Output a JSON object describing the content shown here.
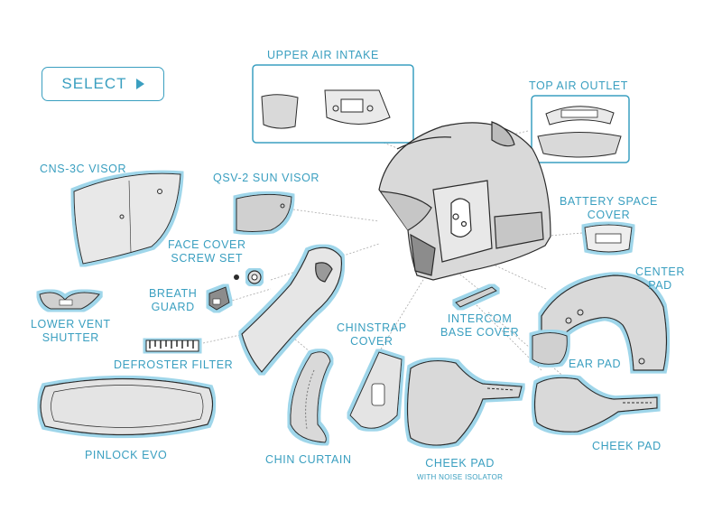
{
  "select_button": {
    "label": "SELECT"
  },
  "labels": {
    "upper_air_intake": "UPPER AIR INTAKE",
    "top_air_outlet": "TOP AIR OUTLET",
    "cns3c_visor": "CNS-3C VISOR",
    "qsv2_sun_visor": "QSV-2 SUN VISOR",
    "battery_space_cover_1": "BATTERY SPACE",
    "battery_space_cover_2": "COVER",
    "face_cover_screw_set_1": "FACE COVER",
    "face_cover_screw_set_2": "SCREW SET",
    "center_pad_1": "CENTER",
    "center_pad_2": "PAD",
    "breath_guard_1": "BREATH",
    "breath_guard_2": "GUARD",
    "lower_vent_shutter_1": "LOWER VENT",
    "lower_vent_shutter_2": "SHUTTER",
    "chinstrap_cover_1": "CHINSTRAP",
    "chinstrap_cover_2": "COVER",
    "intercom_base_cover_1": "INTERCOM",
    "intercom_base_cover_2": "BASE COVER",
    "ear_pad": "EAR PAD",
    "defroster_filter": "DEFROSTER FILTER",
    "pinlock_evo": "PINLOCK EVO",
    "chin_curtain": "CHIN CURTAIN",
    "cheek_pad_noise": "CHEEK PAD",
    "cheek_pad_noise_sub": "WITH NOISE ISOLATOR",
    "cheek_pad": "CHEEK PAD"
  },
  "colors": {
    "accent": "#3a9fc0",
    "part_fill": "#d9d9d9",
    "line": "#2b2b2b",
    "outline": "#8fd0e6"
  }
}
